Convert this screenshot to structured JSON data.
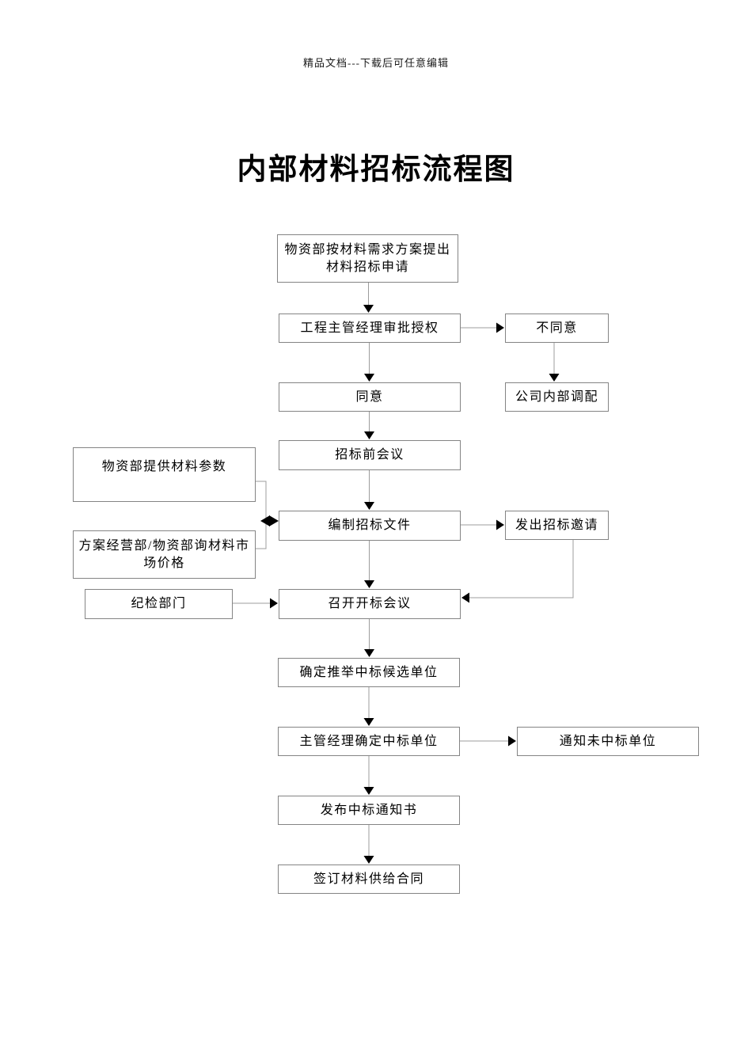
{
  "page": {
    "header_note": "精品文档---下载后可任意编辑",
    "title": "内部材料招标流程图"
  },
  "flowchart": {
    "nodes": {
      "request": "物资部按材料需求方案提出\n材料招标申请",
      "approval": "工程主管经理审批授权",
      "disagree": "不同意",
      "agree": "同意",
      "allocation": "公司内部调配",
      "pre_meeting": "招标前会议",
      "params": "物资部提供材料参数",
      "draft": "编制招标文件",
      "invite": "发出招标邀请",
      "price": "方案经营部/物资部询材料市\n场价格",
      "discipline": "纪检部门",
      "open_meeting": "召开开标会议",
      "candidates": "确定推举中标候选单位",
      "confirm": "主管经理确定中标单位",
      "notify_lost": "通知未中标单位",
      "announce": "发布中标通知书",
      "sign": "签订材料供给合同"
    }
  },
  "colors": {
    "box_border": "#848484",
    "connector_line": "#9c9c9c",
    "arrowhead": "#000000",
    "text": "#000000"
  }
}
